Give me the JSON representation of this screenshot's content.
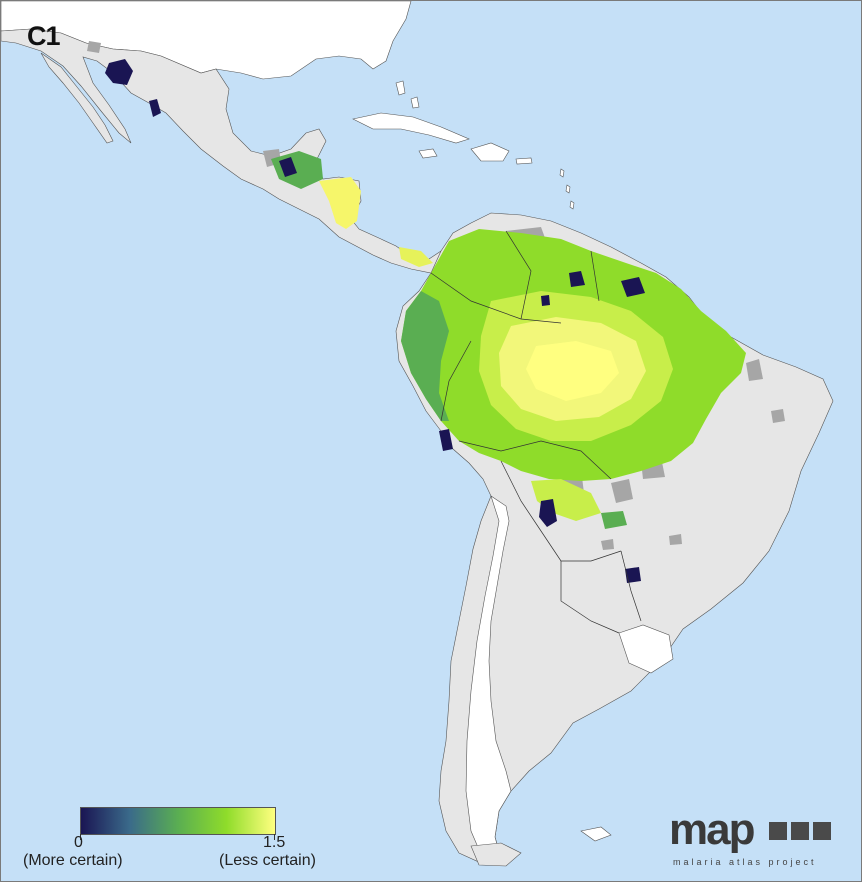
{
  "panel": {
    "label": "C1"
  },
  "legend": {
    "min_value": "0",
    "max_value": "1.5",
    "min_description": "(More certain)",
    "max_description": "(Less certain)",
    "colors": [
      "#1a1553",
      "#3a6a8a",
      "#5aae52",
      "#8fdc2a",
      "#ffff80"
    ]
  },
  "logo": {
    "word": "map",
    "tagline": "malaria atlas project",
    "color": "#3a3a3a"
  },
  "colors": {
    "ocean": "#c5e0f7",
    "land": "#e6e6e6",
    "no_data": "#a6a6a6",
    "outside_region": "#ffffff"
  }
}
